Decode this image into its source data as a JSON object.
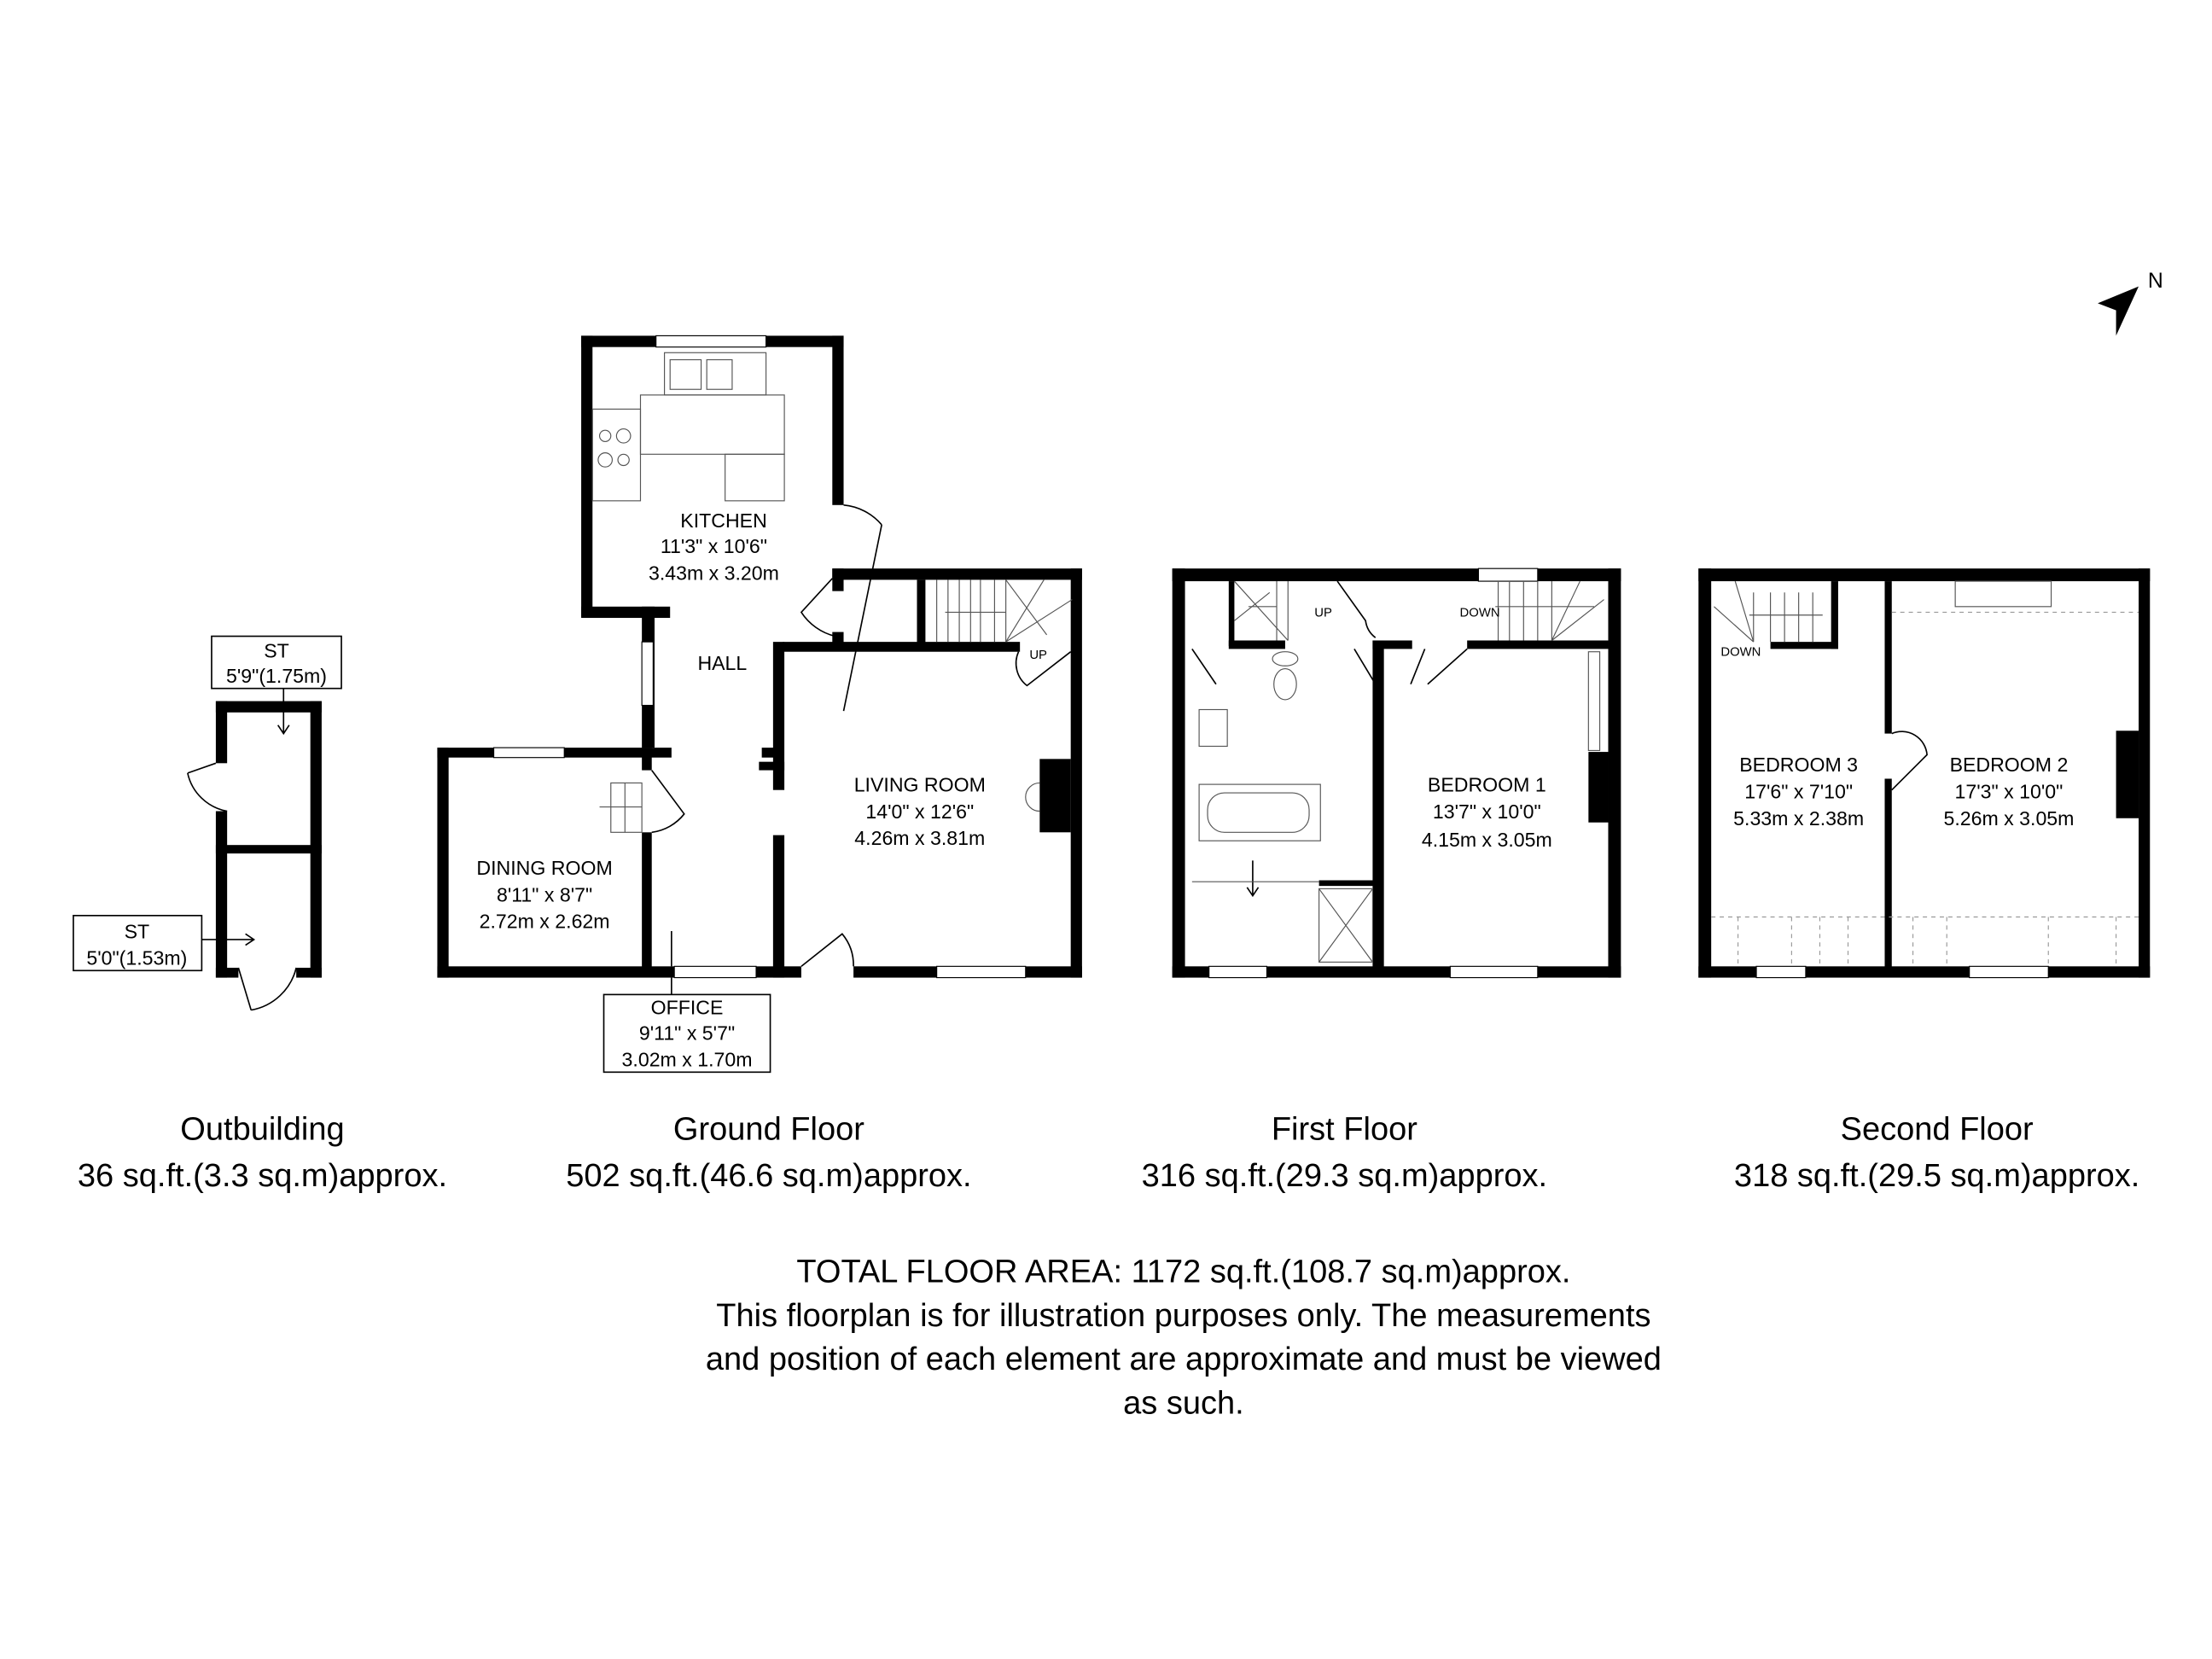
{
  "compass": {
    "label": "N"
  },
  "outbuilding": {
    "store_top": {
      "name": "ST",
      "size": "5'9\"(1.75m)"
    },
    "store_bottom": {
      "name": "ST",
      "size": "5'0\"(1.53m)"
    },
    "title": "Outbuilding",
    "area": "36 sq.ft.(3.3 sq.m)approx."
  },
  "ground_floor": {
    "kitchen": {
      "name": "KITCHEN",
      "imperial": "11'3\" x 10'6\"",
      "metric": "3.43m x 3.20m"
    },
    "hall": {
      "name": "HALL"
    },
    "living_room": {
      "name": "LIVING ROOM",
      "imperial": "14'0\" x 12'6\"",
      "metric": "4.26m x 3.81m"
    },
    "dining_room": {
      "name": "DINING ROOM",
      "imperial": "8'11\" x 8'7\"",
      "metric": "2.72m x 2.62m"
    },
    "office": {
      "name": "OFFICE",
      "imperial": "9'11\" x 5'7\"",
      "metric": "3.02m x 1.70m"
    },
    "stairs_label": "UP",
    "title": "Ground Floor",
    "area": "502 sq.ft.(46.6 sq.m)approx."
  },
  "first_floor": {
    "bedroom1": {
      "name": "BEDROOM 1",
      "imperial": "13'7\" x 10'0\"",
      "metric": "4.15m x 3.05m"
    },
    "stairs_up": "UP",
    "stairs_down": "DOWN",
    "title": "First Floor",
    "area": "316 sq.ft.(29.3 sq.m)approx."
  },
  "second_floor": {
    "bedroom3": {
      "name": "BEDROOM 3",
      "imperial": "17'6\" x 7'10\"",
      "metric": "5.33m x 2.38m"
    },
    "bedroom2": {
      "name": "BEDROOM 2",
      "imperial": "17'3\" x 10'0\"",
      "metric": "5.26m x 3.05m"
    },
    "stairs_down": "DOWN",
    "title": "Second Floor",
    "area": "318 sq.ft.(29.5 sq.m)approx."
  },
  "footer": {
    "total": "TOTAL FLOOR AREA: 1172 sq.ft.(108.7 sq.m)approx.",
    "disclaimer_1": "This floorplan is for illustration purposes only. The measurements",
    "disclaimer_2": "and position of each element are approximate and must be viewed",
    "disclaimer_3": "as such."
  }
}
